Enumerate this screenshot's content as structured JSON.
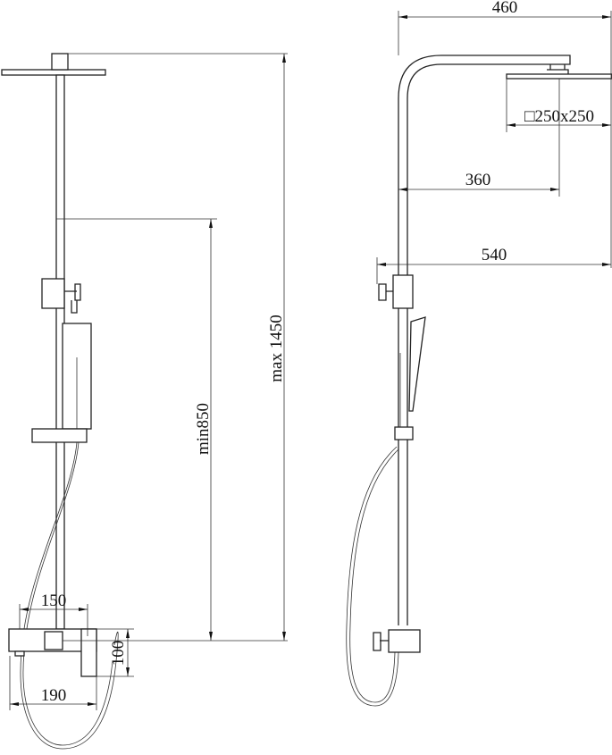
{
  "dimensions": {
    "max_height": "max 1450",
    "min_height": "min850",
    "mixer_width": "150",
    "mixer_depth": "100",
    "mixer_total": "190",
    "arm_width": "460",
    "head_size": "□250x250",
    "head_reach": "360",
    "total_reach": "540"
  }
}
